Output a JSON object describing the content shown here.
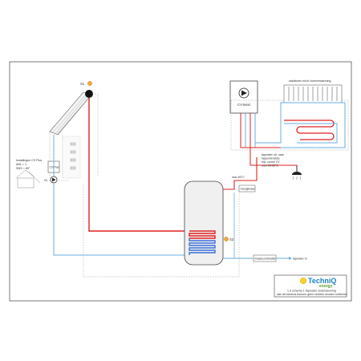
{
  "labels": {
    "s1": "S1",
    "s1b": "S1",
    "s2": "S2",
    "controller": "CSPlus",
    "angle_1": "Installingen CS Plus",
    "angle_2": "ANL = 1",
    "angle_3": "SMX = 80°",
    "max_temp": "max 60°C",
    "mixer": "menglkraan",
    "safety_group": "inlaatcombinatie",
    "cold_water": "tapwater in",
    "boiler": "CV-ketel",
    "tap_1": "tapwater uit, naar",
    "tap_2": "tappunten(bijv.",
    "tap_3": "bijv. combi CV",
    "tap_4": "max 60-65°C",
    "radiators": "radiatoren en/of vloerverwarming"
  },
  "title_block": {
    "brand": "TechniQ",
    "brand_sub": "energy",
    "line_1": "1.0 schema 1 Tapwater ondersteuning",
    "line_2": "aan dit schema kunnen geen rechten worden ontleend"
  },
  "colors": {
    "hot_pipe": "#e02020",
    "cold_pipe": "#6aaee0",
    "coil_cold": "#3a6fd8",
    "sensor": "#f2a93b",
    "brand": "#1a7fc4"
  }
}
